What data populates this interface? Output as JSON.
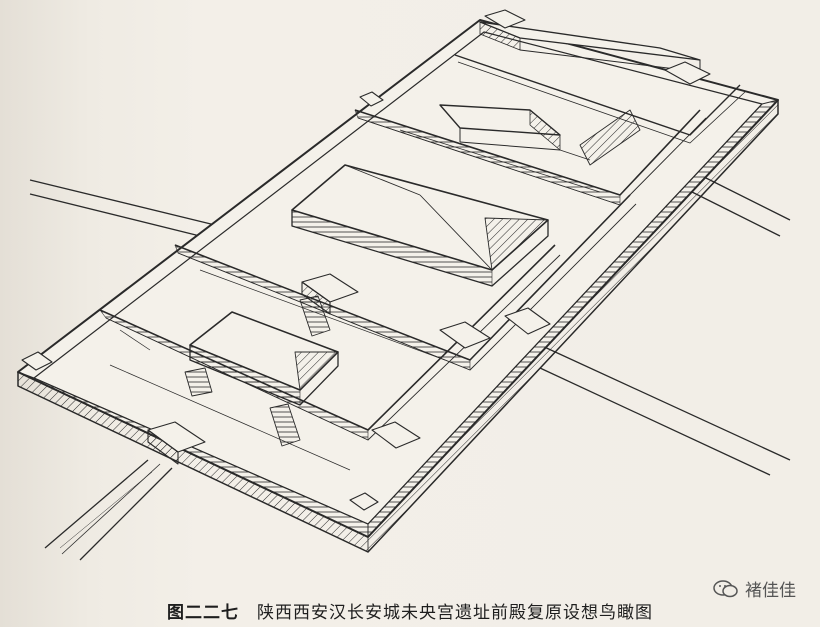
{
  "figure": {
    "number": "图二二七",
    "caption": "陕西西安汉长安城未央宫遗址前殿复原设想鸟瞰图"
  },
  "watermark": {
    "icon": "wechat-icon",
    "text": "褚佳佳"
  },
  "colors": {
    "paper": "#f1ede6",
    "ink": "#2a2a2a",
    "roof": "#f4f1ea"
  }
}
